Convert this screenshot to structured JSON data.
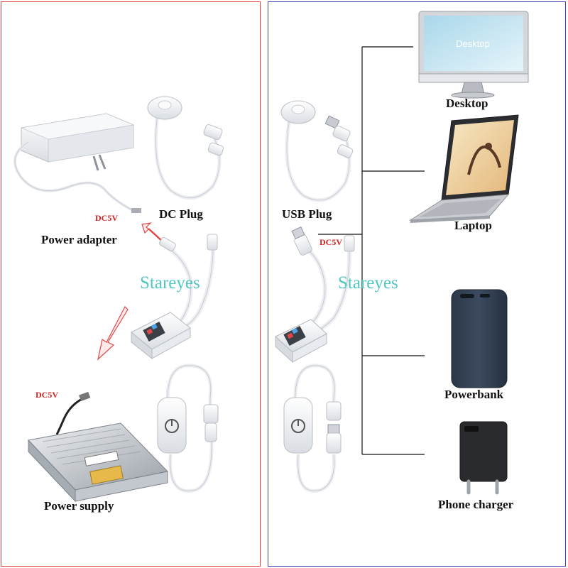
{
  "left_panel": {
    "labels": {
      "dc_plug": "DC Plug",
      "power_adapter": "Power adapter",
      "power_supply": "Power supply"
    },
    "voltage_tags": [
      "DC5V",
      "DC5V"
    ],
    "watermark": "Stareyes"
  },
  "right_panel": {
    "labels": {
      "usb_plug": "USB Plug",
      "desktop": "Desktop",
      "laptop": "Laptop",
      "powerbank": "Powerbank",
      "phone_charger": "Phone charger"
    },
    "voltage_tag": "DC5V",
    "watermark": "Stareyes",
    "desktop_screen_text": "Desktop"
  },
  "colors": {
    "left_border": "#e33b3b",
    "right_border": "#3b3bc9",
    "voltage_text": "#d42020",
    "watermark": "#52c7c2",
    "arrow": "#e04848"
  }
}
